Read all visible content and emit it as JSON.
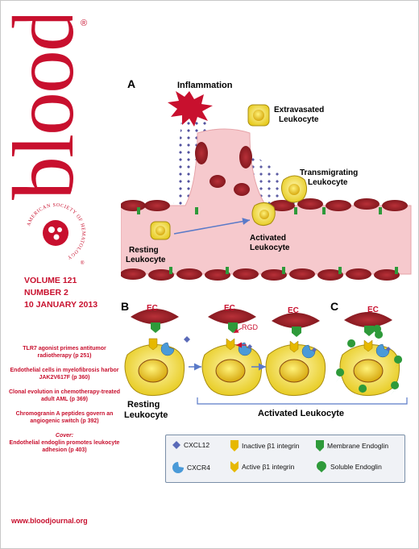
{
  "journal": {
    "title": "blood",
    "registered": "®",
    "society_seal_text": "AMERICAN SOCIETY OF HEMATOLOGY",
    "volume": "VOLUME 121",
    "number": "NUMBER 2",
    "date": "10 JANUARY 2013",
    "url": "www.bloodjournal.org",
    "brand_color": "#c8102e"
  },
  "toc": [
    {
      "text": "TLR7 agonist primes antitumor radiotherapy (p 251)"
    },
    {
      "text": "Endothelial cells in myelofibrosis harbor JAK2V617F (p 360)"
    },
    {
      "text": "Clonal evolution in chemotherapy-treated adult AML (p 369)"
    },
    {
      "text": "Chromogranin A peptides govern an angiogenic switch (p 392)"
    }
  ],
  "cover_note": {
    "heading": "Cover:",
    "text": "Endothelial endoglin promotes leukocyte adhesion (p 403)"
  },
  "figure": {
    "panel_a": "A",
    "panel_b": "B",
    "panel_c": "C",
    "inflammation": "Inflammation",
    "extravasated": "Extravasated",
    "extravasated2": "Leukocyte",
    "transmigrating": "Transmigrating",
    "transmigrating2": "Leukocyte",
    "resting": "Resting",
    "resting2": "Leukocyte",
    "activated": "Activated",
    "activated2": "Leukocyte",
    "ec": "EC",
    "rgd": "RGD",
    "resting_b": "Resting",
    "resting_b2": "Leukocyte",
    "activated_leukocyte": "Activated Leukocyte"
  },
  "legend": {
    "cxcl12": "CXCL12",
    "cxcr4": "CXCR4",
    "inactive": "Inactive β1 integrin",
    "active": "Active β1 integrin",
    "membrane": "Membrane Endoglin",
    "soluble": "Soluble Endoglin"
  }
}
